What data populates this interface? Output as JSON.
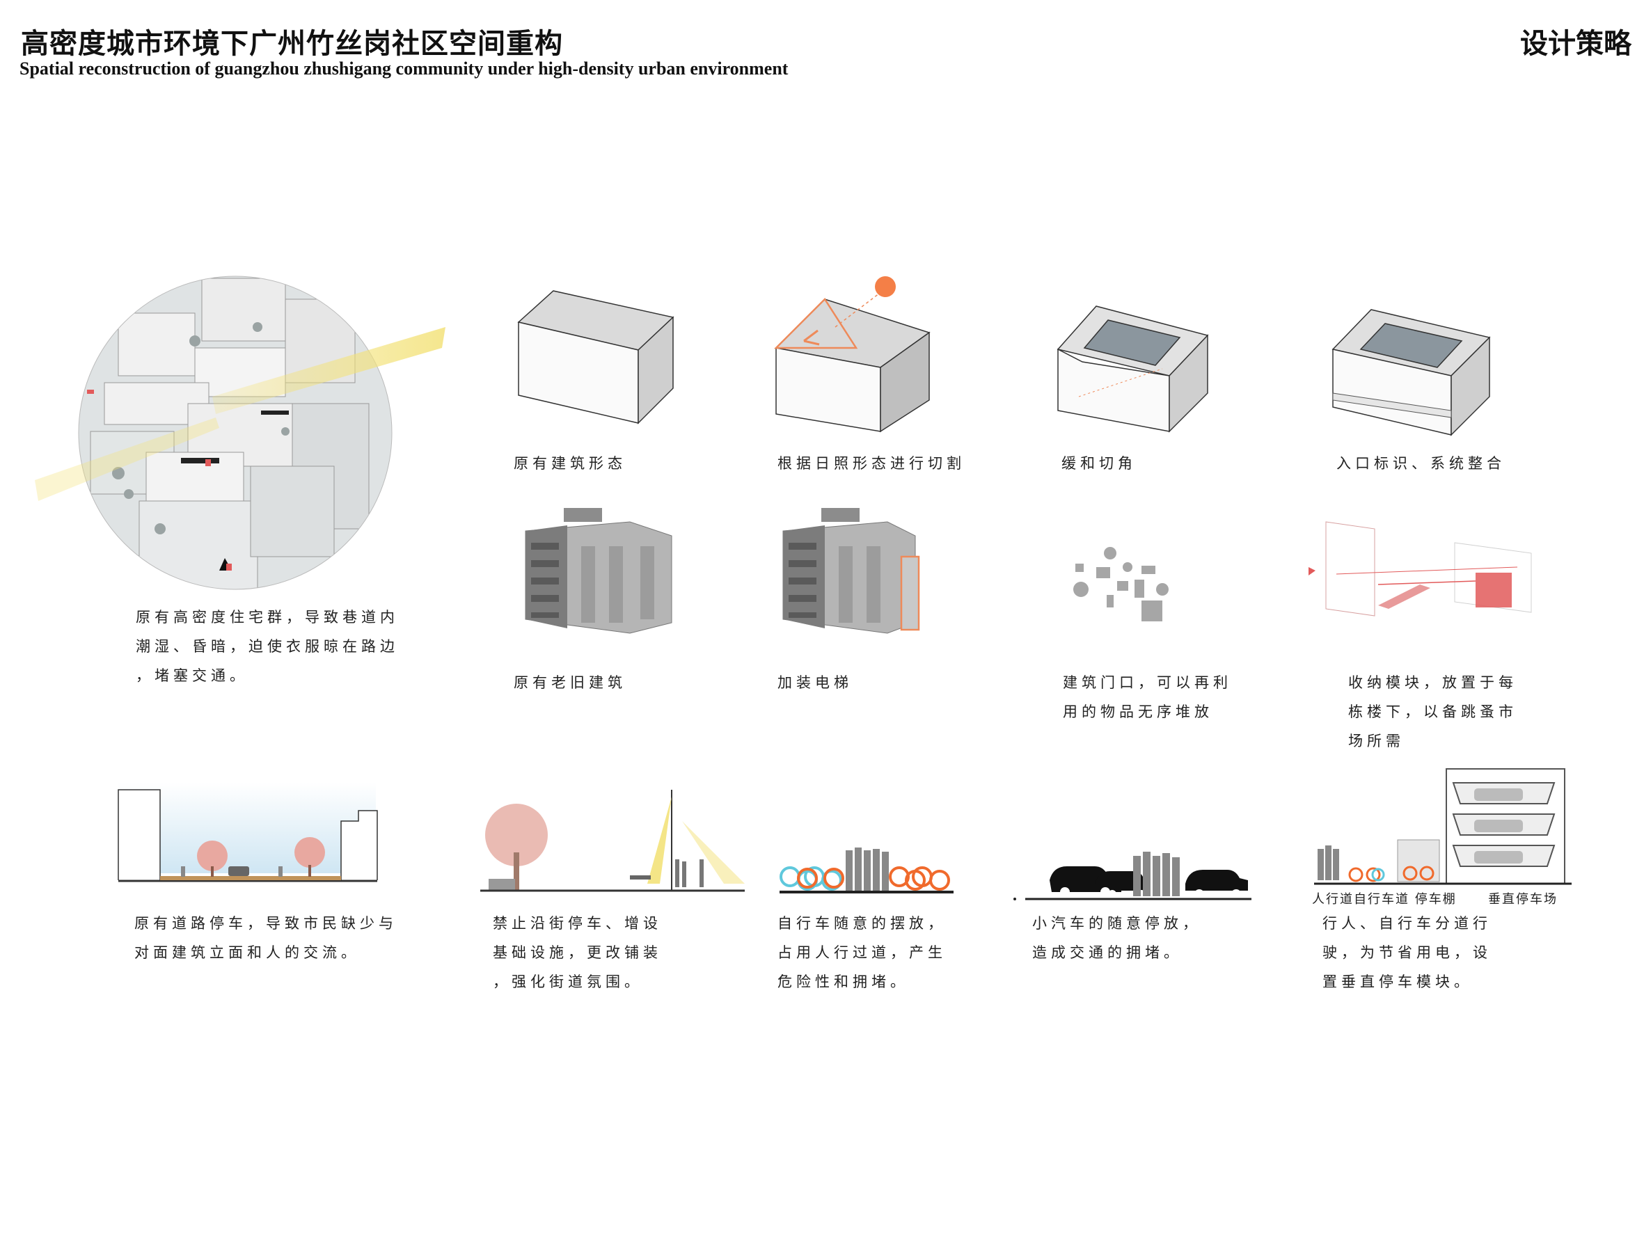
{
  "header": {
    "title_cn": "高密度城市环境下广州竹丝岗社区空间重构",
    "title_en": "Spatial reconstruction of guangzhou zhushigang community under high-density urban environment",
    "section": "设计策略"
  },
  "captions": {
    "aerial": [
      "原有高密度住宅群，导致巷道内",
      "潮湿、昏暗，迫使衣服晾在路边",
      "，堵塞交通。"
    ],
    "box_original": "原有建筑形态",
    "box_cut": "根据日照形态进行切割",
    "box_chamfer": "缓和切角",
    "box_entrance": "入口标识、系统整合",
    "old_building": "原有老旧建筑",
    "elevator": "加装电梯",
    "clutter": [
      "建筑门口，可以再利",
      "用的物品无序堆放"
    ],
    "storage": [
      "收纳模块，放置于每",
      "栋楼下，以备跳蚤市",
      "场所需"
    ],
    "road_parking": [
      "原有道路停车，导致市民缺少与",
      "对面建筑立面和人的交流。"
    ],
    "no_parking": [
      "禁止沿街停车、增设",
      "基础设施，更改铺装",
      "，强化街道氛围。"
    ],
    "bikes": [
      "自行车随意的摆放，",
      "占用人行过道，产生",
      "危险性和拥堵。"
    ],
    "cars": [
      "小汽车的随意停放，",
      "造成交通的拥堵。"
    ],
    "separate": [
      "行人、自行车分道行",
      "驶，为节省用电，设",
      "置垂直停车模块。"
    ]
  },
  "section_labels": {
    "left": "人行道自行车道 停车棚",
    "right": "垂直停车场"
  },
  "colors": {
    "accent_orange": "#ee8a5a",
    "sun": "#f47f47",
    "bike_blue": "#5fc8dc",
    "bike_orange": "#f06a2c",
    "storage_red": "#e25a5a",
    "light_yellow": "#f3e27a"
  }
}
